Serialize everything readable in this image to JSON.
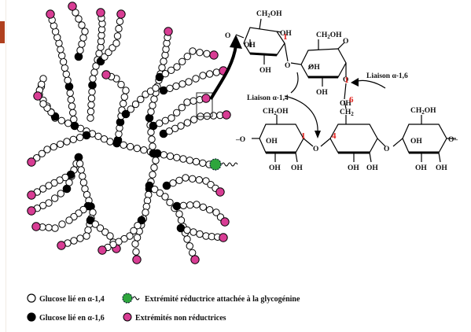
{
  "colors": {
    "alpha14": "#ffffff",
    "alpha16": "#000000",
    "nonreducing": "#d83d94",
    "reducing": "#2ea63d",
    "number": "#e0201b",
    "accent": "#b0401e"
  },
  "chem": {
    "ch2oh": "CH",
    "ch2oh_sub": "2",
    "ch2oh_tail": "OH",
    "oh": "OH",
    "o": "O",
    "ch2": "CH",
    "ch2_sub": "2",
    "dash_o": "–O",
    "o_dash": "O–"
  },
  "labels": {
    "liaison14": "Liaison α-1,4",
    "liaison16": "Liaison α-1,6"
  },
  "numbers": {
    "top1": "1",
    "top_mid1": "1",
    "six": "6",
    "bottom1": "1",
    "bottom4": "4"
  },
  "legend": {
    "item1": "Glucose lié en α-1,4",
    "item2": "Extrémité réductrice attachée à la glycogénine",
    "item3": "Glucose lié en α-1,6",
    "item4": "Extrémités non réductrices"
  }
}
